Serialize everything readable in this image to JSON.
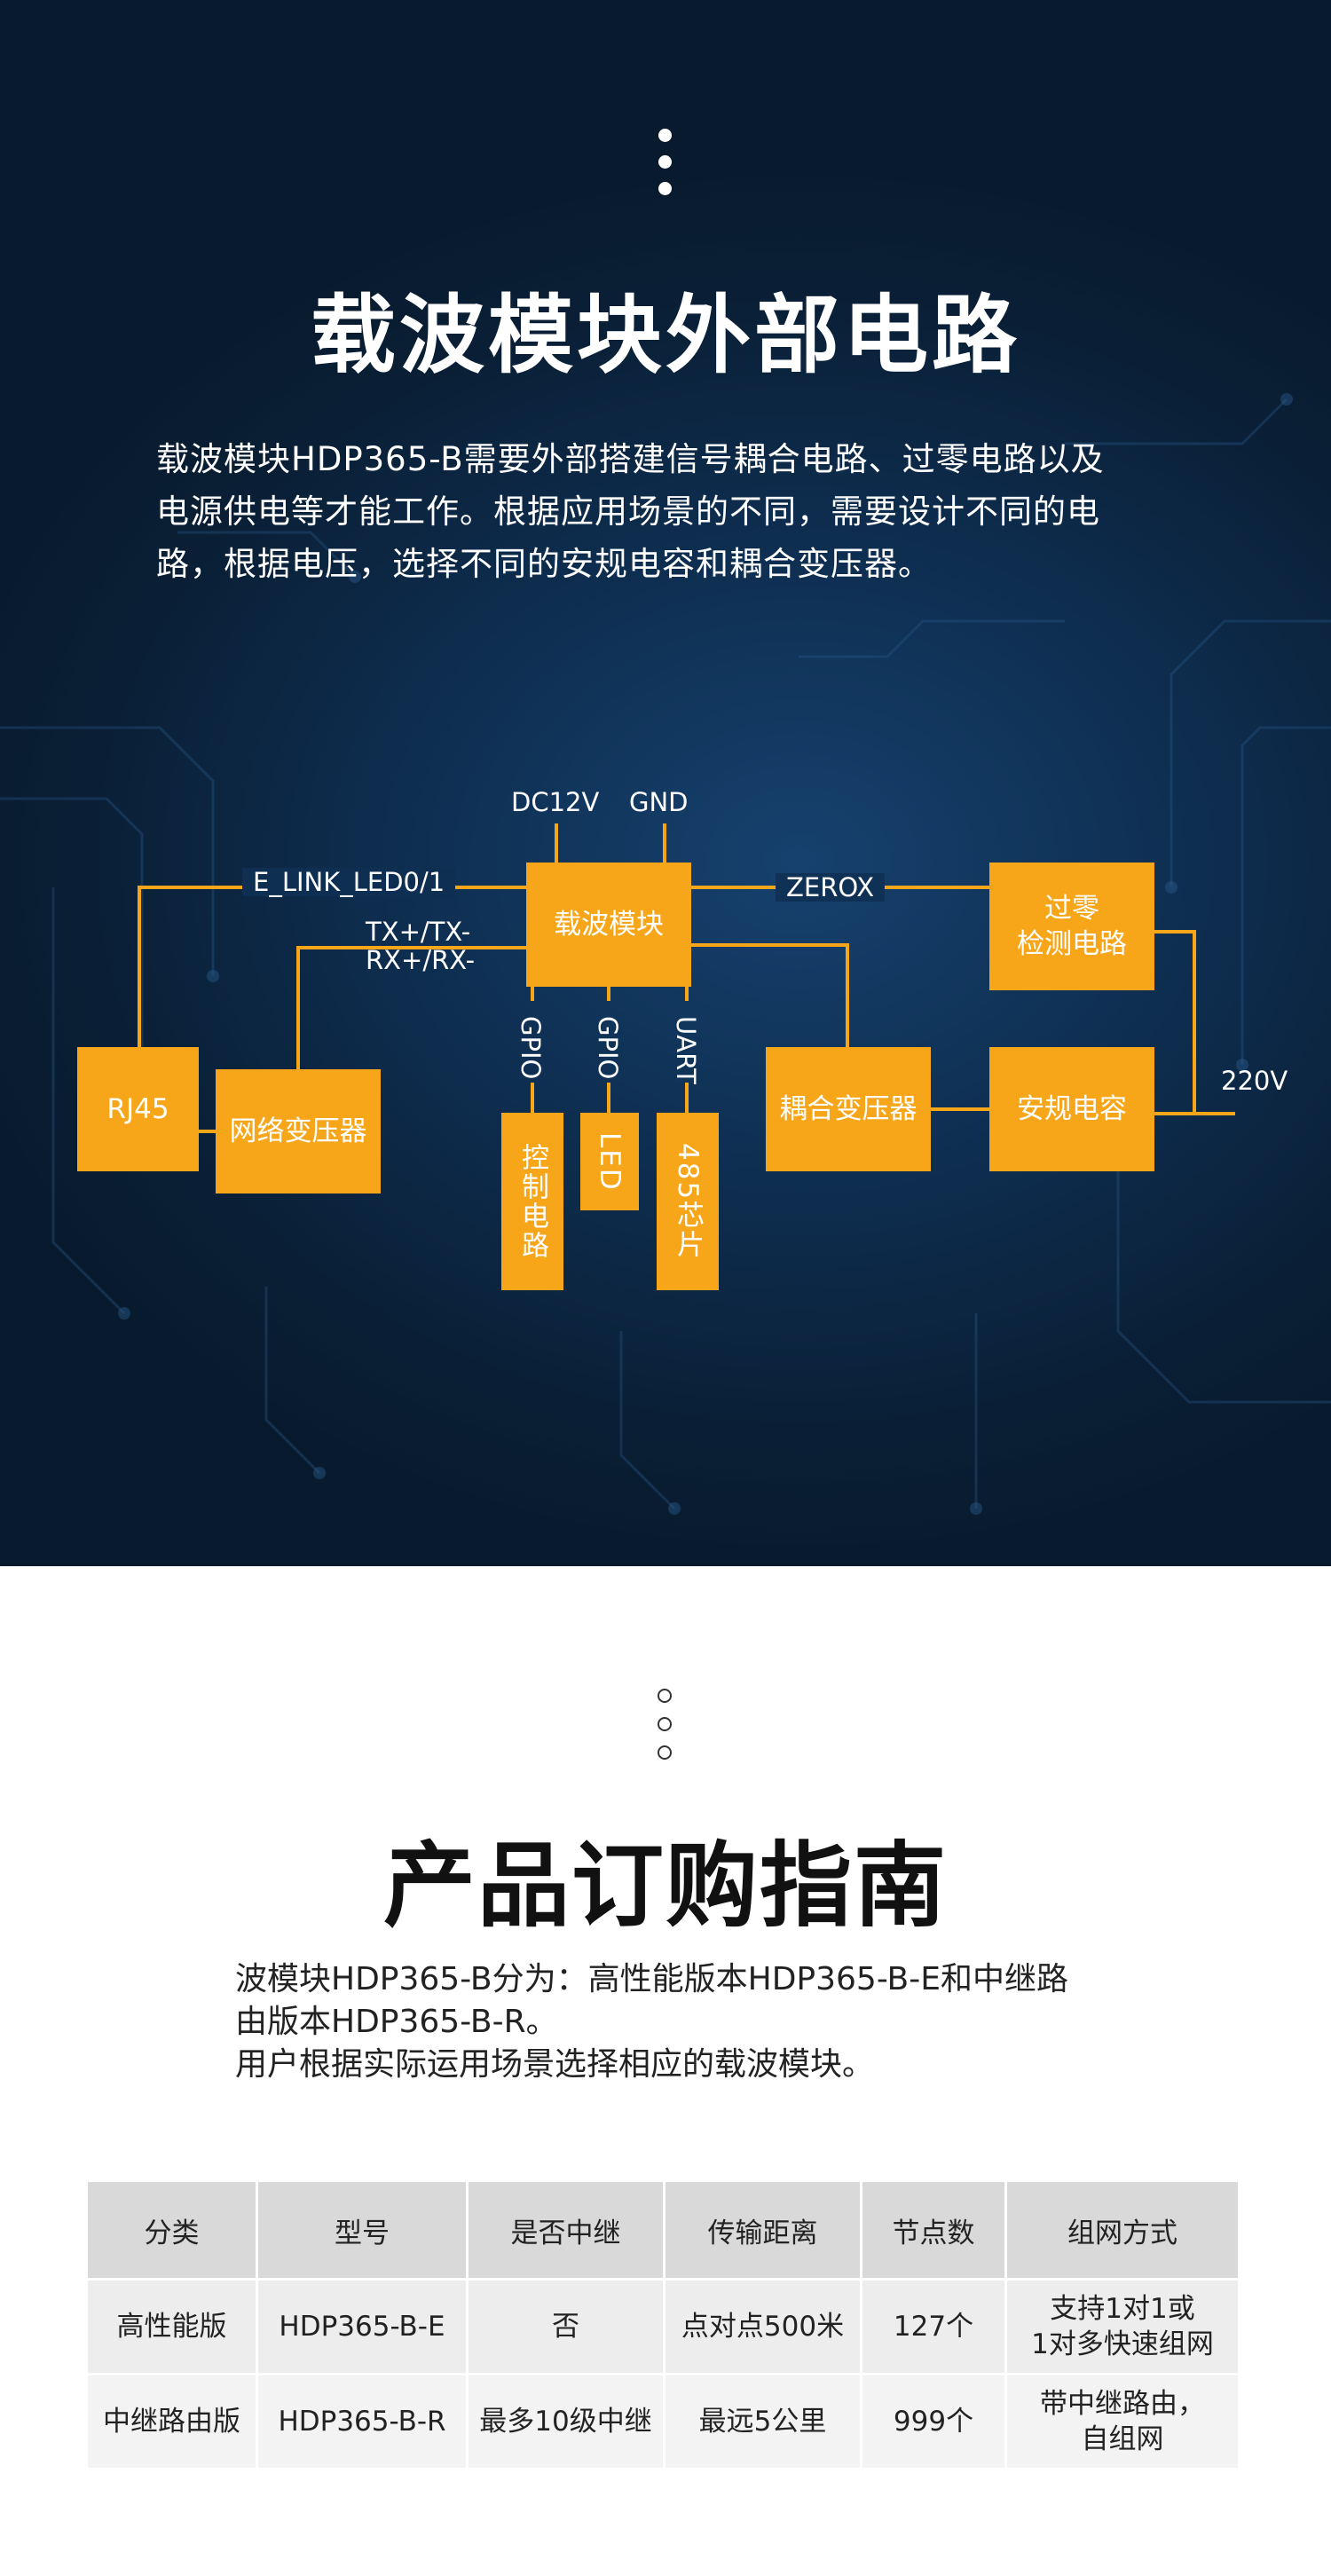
{
  "section1": {
    "title": "载波模块外部电路",
    "intro_lines": [
      "载波模块HDP365-B需要外部搭建信号耦合电路、过零电路以及",
      "电源供电等才能工作。根据应用场景的不同，需要设计不同的电",
      "路，根据电压，选择不同的安规电容和耦合变压器。"
    ]
  },
  "diagram": {
    "labels": {
      "dc12v": "DC12V",
      "gnd": "GND",
      "elink": "E_LINK_LED0/1",
      "zerox": "ZEROX",
      "txrx1": "TX+/TX-",
      "txrx2": "RX+/RX-",
      "gpio1": "GPIO",
      "gpio2": "GPIO",
      "uart": "UART",
      "v220": "220V"
    },
    "boxes": {
      "module": "载波模块",
      "zero_detect_1": "过零",
      "zero_detect_2": "检测电路",
      "rj45": "RJ45",
      "net_transformer": "网络变压器",
      "coupling_transformer": "耦合变压器",
      "safety_cap": "安规电容",
      "control": "控制电路",
      "led": "LED",
      "chip485": "485芯片"
    },
    "line_color": "#f7a61a"
  },
  "section2": {
    "title": "产品订购指南",
    "intro_lines": [
      "波模块HDP365-B分为：高性能版本HDP365-B-E和中继路",
      "由版本HDP365-B-R。",
      "用户根据实际运用场景选择相应的载波模块。"
    ]
  },
  "table": {
    "headers": [
      "分类",
      "型号",
      "是否中继",
      "传输距离",
      "节点数",
      "组网方式"
    ],
    "rows": [
      [
        "高性能版",
        "HDP365-B-E",
        "否",
        "点对点500米",
        "127个",
        "支持1对1或\n1对多快速组网"
      ],
      [
        "中继路由版",
        "HDP365-B-R",
        "最多10级中继",
        "最远5公里",
        "999个",
        "带中继路由，\n自组网"
      ]
    ]
  }
}
